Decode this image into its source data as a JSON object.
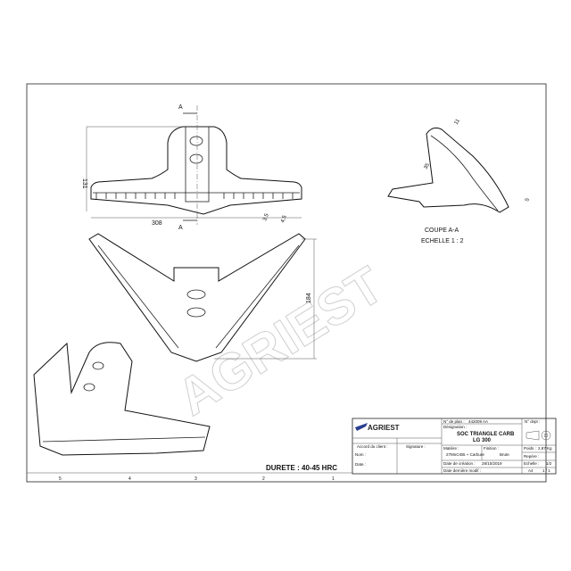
{
  "watermark": "AGRIEST",
  "top_view": {
    "section_marker": "A",
    "dimensions": {
      "height": "131",
      "width": "308",
      "d1": "3,5",
      "d2": "4,5"
    }
  },
  "section_view": {
    "title": "COUPE A-A",
    "scale": "ECHELLE 1 : 2",
    "dimensions": {
      "d1": "35",
      "d2": "11",
      "d3": "5"
    }
  },
  "front_view": {
    "dimensions": {
      "height": "184"
    }
  },
  "hardness": "DURETE : 40-45 HRC",
  "zone_labels": [
    "5",
    "4",
    "3",
    "2",
    "1"
  ],
  "title_block": {
    "logo": "AGRIEST",
    "plan_no_label": "N° de plan :",
    "plan_no": "442009 AA",
    "designation_label": "Désignation :",
    "designation_line1": "SOC TRIANGLE CARB",
    "designation_line2": "LG 300",
    "dvpt_label": "N° dvpt :",
    "client_label": "Accord du client :",
    "name_label": "Nom :",
    "date_label": "Date :",
    "signature_label": "Signature :",
    "material_label": "Matière :",
    "material": "27MnCrB5 + Carbure",
    "finish_label": "Finition :",
    "finish": "Brute",
    "weight_label": "Poids :",
    "weight": "2,87 Kg",
    "mark_label": "Repère :",
    "scale_label": "Echelle :",
    "scale": "1/2",
    "creation_label": "Date de création :",
    "creation_date": "28/10/2019",
    "modif_label": "Date dernière modif :",
    "format": "A4",
    "sheet": "1 / 1"
  }
}
